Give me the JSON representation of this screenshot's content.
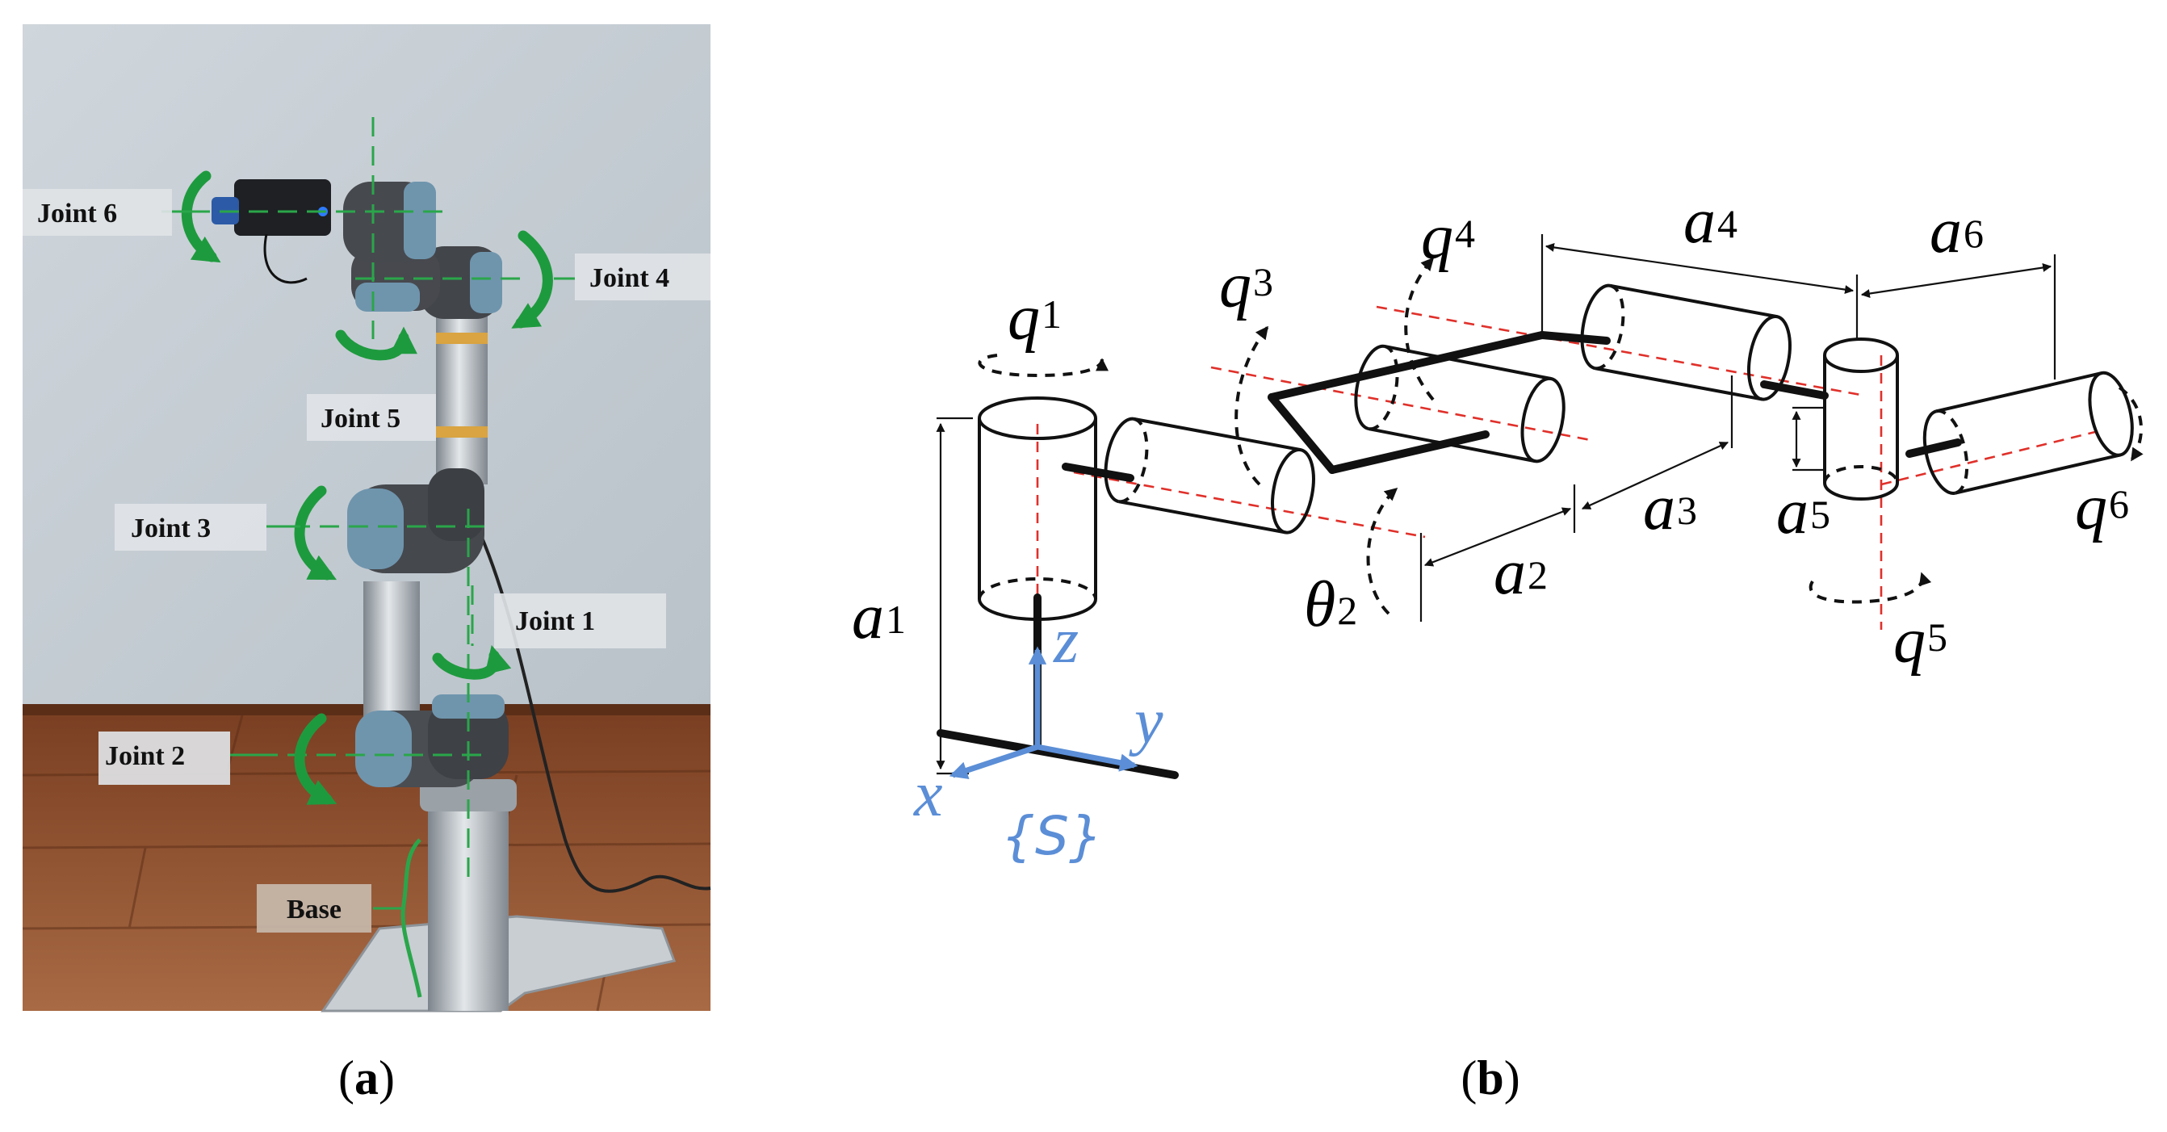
{
  "panel_a": {
    "caption_open": "(",
    "caption_letter": "a",
    "caption_close": ")",
    "labels": {
      "joint6": "Joint 6",
      "joint4": "Joint 4",
      "joint5": "Joint 5",
      "joint3": "Joint 3",
      "joint1": "Joint 1",
      "joint2": "Joint 2",
      "base": "Base"
    }
  },
  "panel_b": {
    "caption_open": "(",
    "caption_letter": "b",
    "caption_close": ")",
    "symbols": {
      "q1": {
        "base": "q",
        "sub": "1"
      },
      "q3": {
        "base": "q",
        "sub": "3"
      },
      "q4": {
        "base": "q",
        "sub": "4"
      },
      "q5": {
        "base": "q",
        "sub": "5"
      },
      "q6": {
        "base": "q",
        "sub": "6"
      },
      "theta2": {
        "base": "θ",
        "sub": "2"
      },
      "a1": {
        "base": "a",
        "sub": "1"
      },
      "a2": {
        "base": "a",
        "sub": "2"
      },
      "a3": {
        "base": "a",
        "sub": "3"
      },
      "a4": {
        "base": "a",
        "sub": "4"
      },
      "a5": {
        "base": "a",
        "sub": "5"
      },
      "a6": {
        "base": "a",
        "sub": "6"
      }
    },
    "frame": {
      "x": "x",
      "y": "y",
      "z": "z",
      "name": "{S}"
    },
    "colors": {
      "frame": "#5b8ed6",
      "axis_dash": "#e0302a",
      "joint_marker": "#1e9a3e"
    }
  }
}
